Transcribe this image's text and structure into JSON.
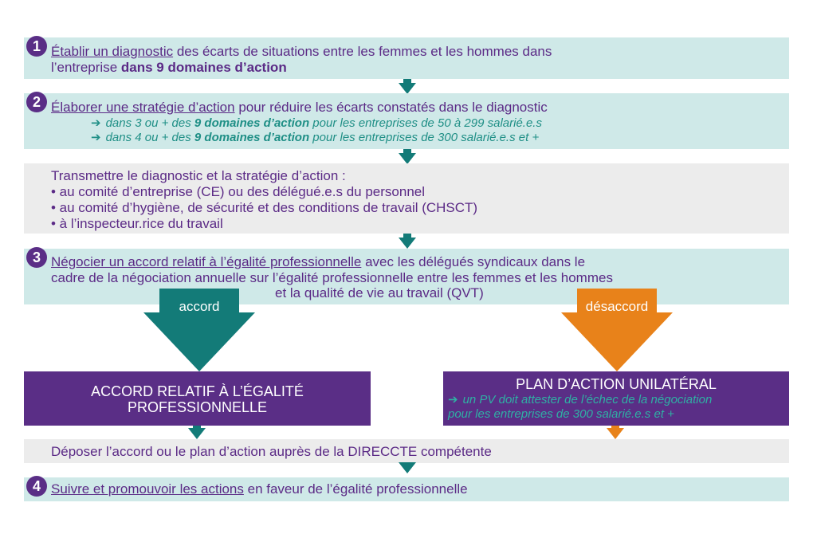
{
  "colors": {
    "teal_box": "#cfe9e8",
    "grey_box": "#ececec",
    "purple": "#5a2e86",
    "teal_arrow": "#137b78",
    "orange_arrow": "#e8821a",
    "green_text": "#1f8f86"
  },
  "steps": [
    {
      "number": "1",
      "line1_link": "Établir un diagnostic",
      "line1_rest": " des écarts de situations entre les femmes et les hommes dans",
      "line2_plain": "l’entreprise ",
      "line2_bold": "dans 9 domaines d’action"
    },
    {
      "number": "2",
      "line1_link": "Élaborer une stratégie d’action",
      "line1_rest": " pour réduire les écarts constatés dans le diagnostic",
      "sub1_a": "dans 3 ou + des ",
      "sub1_b": "9 domaines d’action",
      "sub1_c": " pour les entreprises de 50 à 299 salarié.e.s",
      "sub2_a": "dans 4 ou + des ",
      "sub2_b": "9 domaines d’action",
      "sub2_c": " pour les entreprises de 300 salarié.e.s et +"
    },
    {
      "number": "3",
      "line1_link": "Négocier un accord relatif à l’égalité professionnelle",
      "line1_rest": " avec les délégués syndicaux dans le",
      "line2": "cadre de la négociation annuelle sur l’égalité professionnelle entre les femmes et les hommes",
      "line3": "et la qualité de vie au travail (QVT)"
    },
    {
      "number": "4",
      "line1_link": "Suivre et promouvoir les actions",
      "line1_rest": " en faveur de l’égalité professionnelle"
    }
  ],
  "transmit": {
    "title": "Transmettre le diagnostic et la stratégie d’action :",
    "items": [
      "• au comité d’entreprise (CE) ou des délégué.e.s du personnel",
      "• au comité d’hygiène, de sécurité et des conditions de travail (CHSCT)",
      "• à l’inspecteur.rice du travail"
    ]
  },
  "arrow_glyph": "➔",
  "branch": {
    "accord_label": "accord",
    "desaccord_label": "désaccord",
    "accord_box_line1": "ACCORD RELATIF À L’ÉGALITÉ",
    "accord_box_line2": "PROFESSIONNELLE",
    "plan_box_title": "PLAN D’ACTION UNILATÉRAL",
    "plan_box_sub1": "un PV doit attester de l’échec de la négociation",
    "plan_box_sub2": "pour les entreprises de 300 salarié.e.s et +"
  },
  "deposit": "Déposer l’accord ou le plan d’action auprès de la DIRECCTE compétente"
}
